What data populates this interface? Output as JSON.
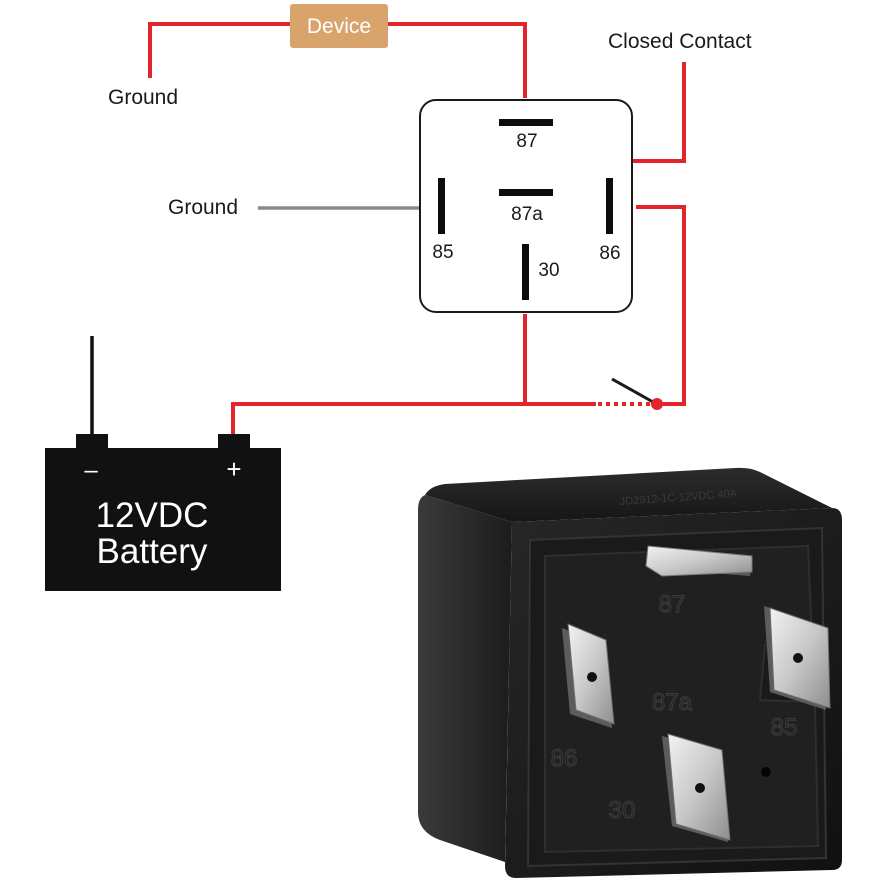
{
  "labels": {
    "device": "Device",
    "ground_top": "Ground",
    "ground_mid": "Ground",
    "closed_contact": "Closed Contact",
    "battery_minus": "–",
    "battery_plus": "+",
    "battery_line1": "12VDC",
    "battery_line2": "Battery"
  },
  "relay_schematic_pins": {
    "p87": "87",
    "p87a": "87a",
    "p85": "85",
    "p86": "86",
    "p30": "30"
  },
  "relay_photo_pins": {
    "p87": "87",
    "p87a": "87a",
    "p85": "85",
    "p86": "86",
    "p30": "30"
  },
  "colors": {
    "wire_red": "#e0262b",
    "wire_gray": "#8a8a8a",
    "device_box": "#d9a46c",
    "battery_body": "#111111",
    "relay_body": "#1e1e1e"
  }
}
